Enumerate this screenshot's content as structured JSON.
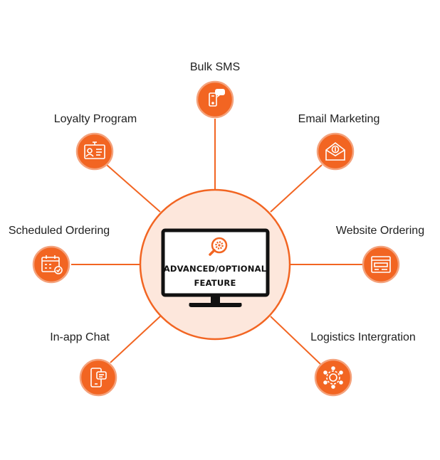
{
  "center": {
    "line1": "ADVANCED/OPTIONAL",
    "line2": "FEATURE",
    "icon": "magnifier-gear-icon"
  },
  "features": [
    {
      "id": "bulk-sms",
      "label": "Bulk SMS",
      "icon": "phone-sms-icon"
    },
    {
      "id": "email-marketing",
      "label": "Email Marketing",
      "icon": "envelope-dollar-icon"
    },
    {
      "id": "website-ordering",
      "label": "Website Ordering",
      "icon": "browser-window-icon"
    },
    {
      "id": "logistics-integration",
      "label": "Logistics Intergration",
      "icon": "network-gear-icon"
    },
    {
      "id": "in-app-chat",
      "label": "In-app Chat",
      "icon": "phone-chat-icon"
    },
    {
      "id": "scheduled-ordering",
      "label": "Scheduled Ordering",
      "icon": "calendar-check-icon"
    },
    {
      "id": "loyalty-program",
      "label": "Loyalty Program",
      "icon": "id-card-icon"
    }
  ],
  "colors": {
    "accent": "#f26522",
    "center_fill": "#fde7dc",
    "monitor": "#111111"
  }
}
